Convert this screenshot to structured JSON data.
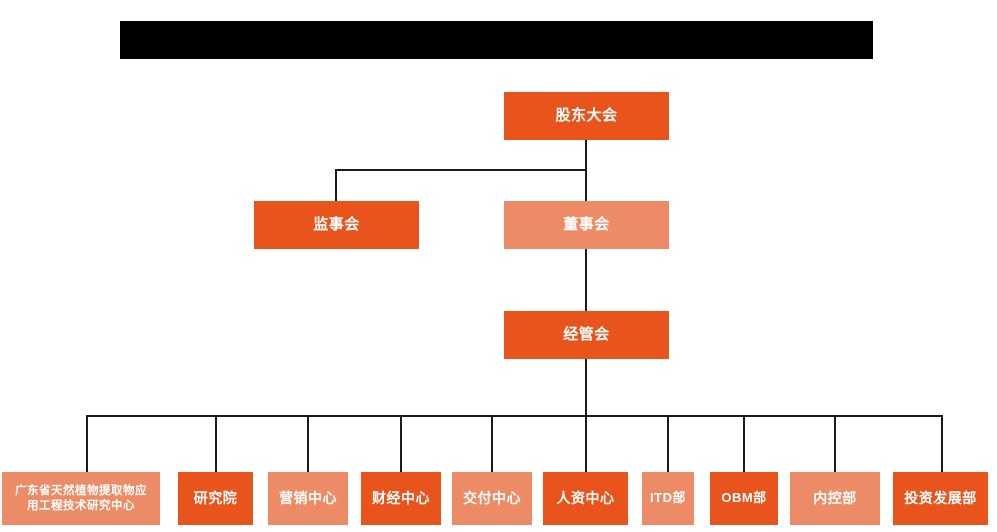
{
  "chart_data": {
    "type": "diagram",
    "subtype": "organizational-chart",
    "title": "",
    "orientation": "top-down",
    "colors": {
      "primary": "#E8541B",
      "secondary": "#ED8B66",
      "connector": "#1a1a1a",
      "text": "#ffffff",
      "background": "#ffffff",
      "redaction": "#000000"
    },
    "levels": [
      {
        "level": 1,
        "nodes": [
          "shareholders-meeting"
        ]
      },
      {
        "level": 2,
        "nodes": [
          "board-of-supervisors",
          "board-of-directors"
        ]
      },
      {
        "level": 3,
        "nodes": [
          "management-committee"
        ]
      },
      {
        "level": 4,
        "nodes": [
          "engineering-research-center",
          "research-institute",
          "marketing-center",
          "finance-center",
          "delivery-center",
          "hr-center",
          "itd-department",
          "obm-department",
          "internal-control-department",
          "investment-development-department"
        ]
      }
    ],
    "edges": [
      {
        "from": "shareholders-meeting",
        "to": "board-of-supervisors"
      },
      {
        "from": "shareholders-meeting",
        "to": "board-of-directors"
      },
      {
        "from": "board-of-directors",
        "to": "management-committee"
      },
      {
        "from": "management-committee",
        "to": "engineering-research-center"
      },
      {
        "from": "management-committee",
        "to": "research-institute"
      },
      {
        "from": "management-committee",
        "to": "marketing-center"
      },
      {
        "from": "management-committee",
        "to": "finance-center"
      },
      {
        "from": "management-committee",
        "to": "delivery-center"
      },
      {
        "from": "management-committee",
        "to": "hr-center"
      },
      {
        "from": "management-committee",
        "to": "itd-department"
      },
      {
        "from": "management-committee",
        "to": "obm-department"
      },
      {
        "from": "management-committee",
        "to": "internal-control-department"
      },
      {
        "from": "management-committee",
        "to": "investment-development-department"
      }
    ]
  },
  "header": {
    "redacted_bar": {
      "label": "redacted-title-bar",
      "visible_text": ""
    }
  },
  "nodes": {
    "shareholders_meeting": {
      "id": "shareholders-meeting",
      "label": "股东大会",
      "style": "primary"
    },
    "board_of_supervisors": {
      "id": "board-of-supervisors",
      "label": "监事会",
      "style": "primary"
    },
    "board_of_directors": {
      "id": "board-of-directors",
      "label": "董事会",
      "style": "secondary"
    },
    "management_committee": {
      "id": "management-committee",
      "label": "经管会",
      "style": "primary"
    }
  },
  "departments": [
    {
      "id": "engineering-research-center",
      "label": "广东省天然植物提取物应\n用工程技术研究中心",
      "style": "secondary"
    },
    {
      "id": "research-institute",
      "label": "研究院",
      "style": "primary"
    },
    {
      "id": "marketing-center",
      "label": "营销中心",
      "style": "secondary"
    },
    {
      "id": "finance-center",
      "label": "财经中心",
      "style": "primary"
    },
    {
      "id": "delivery-center",
      "label": "交付中心",
      "style": "secondary"
    },
    {
      "id": "hr-center",
      "label": "人资中心",
      "style": "primary"
    },
    {
      "id": "itd-department",
      "label": "ITD部",
      "style": "secondary"
    },
    {
      "id": "obm-department",
      "label": "OBM部",
      "style": "primary"
    },
    {
      "id": "internal-control-department",
      "label": "内控部",
      "style": "secondary"
    },
    {
      "id": "investment-development-department",
      "label": "投资发展部",
      "style": "primary"
    }
  ]
}
